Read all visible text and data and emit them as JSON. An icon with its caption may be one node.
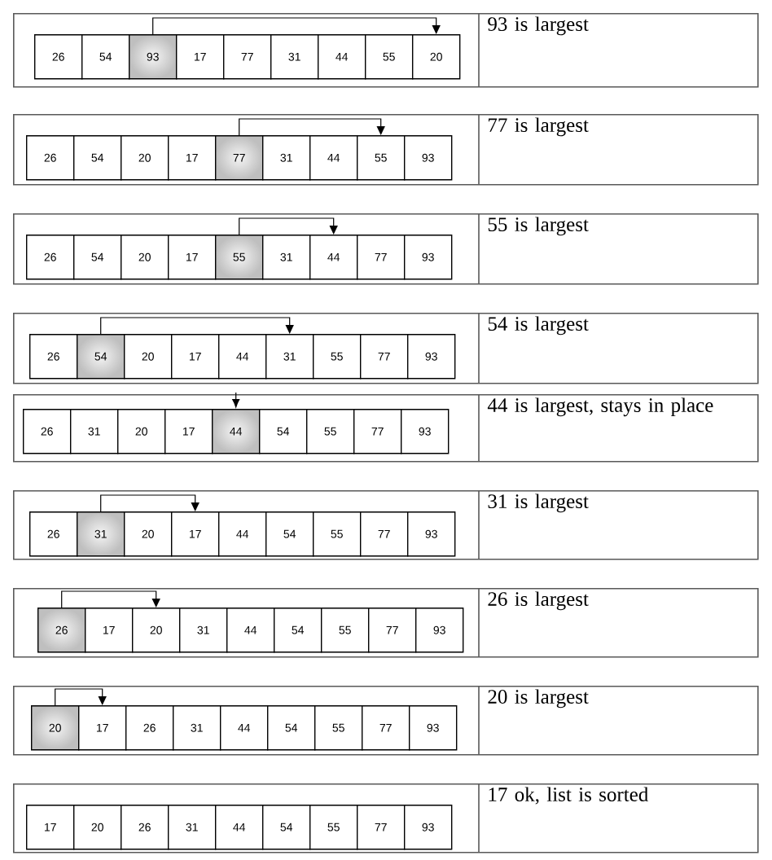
{
  "diagram": {
    "nodes": [
      {
        "text": [],
        "shape": "box"
      },
      {
        "text": [
          "26"
        ],
        "in": 0
      },
      {
        "text": [
          "54"
        ],
        "in": 0
      },
      {
        "text": [
          "93"
        ],
        "in": 0
      },
      {
        "text": [
          "17"
        ],
        "in": 0
      },
      {
        "text": [
          "77"
        ],
        "in": 0
      },
      {
        "text": [
          "31"
        ],
        "in": 0
      },
      {
        "text": [
          "44"
        ],
        "in": 0
      },
      {
        "text": [
          "55"
        ],
        "in": 0
      },
      {
        "text": [
          "20"
        ],
        "in": 0
      },
      {
        "text": [
          "93 is largest"
        ],
        "in": 0
      },
      {
        "text": [],
        "shape": "box"
      },
      {
        "text": [
          "26"
        ],
        "in": 11
      },
      {
        "text": [
          "54"
        ],
        "in": 11
      },
      {
        "text": [
          "20"
        ],
        "in": 11
      },
      {
        "text": [
          "17"
        ],
        "in": 11
      },
      {
        "text": [
          "77"
        ],
        "in": 11
      },
      {
        "text": [
          "31"
        ],
        "in": 11
      },
      {
        "text": [
          "44"
        ],
        "in": 11
      },
      {
        "text": [
          "55"
        ],
        "in": 11
      },
      {
        "text": [
          "93"
        ],
        "in": 11
      },
      {
        "text": [
          "77 is largest"
        ],
        "in": 11
      },
      {
        "text": [],
        "shape": "box"
      },
      {
        "text": [
          "26"
        ],
        "in": 22
      },
      {
        "text": [
          "54"
        ],
        "in": 22
      },
      {
        "text": [
          "20"
        ],
        "in": 22
      },
      {
        "text": [
          "17"
        ],
        "in": 22
      },
      {
        "text": [
          "55"
        ],
        "in": 22
      },
      {
        "text": [
          "31"
        ],
        "in": 22
      },
      {
        "text": [
          "44"
        ],
        "in": 22
      },
      {
        "text": [
          "77"
        ],
        "in": 22
      },
      {
        "text": [
          "93"
        ],
        "in": 22
      },
      {
        "text": [
          "55 is largest"
        ],
        "in": 22
      },
      {
        "text": [],
        "shape": "box"
      },
      {
        "text": [
          "26"
        ],
        "in": 33
      },
      {
        "text": [
          "54"
        ],
        "in": 33
      },
      {
        "text": [
          "20"
        ],
        "in": 33
      },
      {
        "text": [
          "17"
        ],
        "in": 33
      },
      {
        "text": [
          "44"
        ],
        "in": 33
      },
      {
        "text": [
          "31"
        ],
        "in": 33
      },
      {
        "text": [
          "55"
        ],
        "in": 33
      },
      {
        "text": [
          "77"
        ],
        "in": 33
      },
      {
        "text": [
          "93"
        ],
        "in": 33
      },
      {
        "text": [
          "54 is largest"
        ],
        "in": 33
      },
      {
        "text": [],
        "shape": "box"
      },
      {
        "text": [
          "26"
        ],
        "in": 44
      },
      {
        "text": [
          "31"
        ],
        "in": 44
      },
      {
        "text": [
          "20"
        ],
        "in": 44
      },
      {
        "text": [
          "17"
        ],
        "in": 44
      },
      {
        "text": [
          "44"
        ],
        "in": 44
      },
      {
        "text": [
          "54"
        ],
        "in": 44
      },
      {
        "text": [
          "55"
        ],
        "in": 44
      },
      {
        "text": [
          "77"
        ],
        "in": 44
      },
      {
        "text": [
          "93"
        ],
        "in": 44
      },
      {
        "text": [
          "44 is largest, stays in place"
        ],
        "in": 44
      },
      {
        "text": [],
        "shape": "box"
      },
      {
        "text": [
          "26"
        ],
        "in": 55
      },
      {
        "text": [
          "31"
        ],
        "in": 55
      },
      {
        "text": [
          "20"
        ],
        "in": 55
      },
      {
        "text": [
          "17"
        ],
        "in": 55
      },
      {
        "text": [
          "44"
        ],
        "in": 55
      },
      {
        "text": [
          "54"
        ],
        "in": 55
      },
      {
        "text": [
          "55"
        ],
        "in": 55
      },
      {
        "text": [
          "77"
        ],
        "in": 55
      },
      {
        "text": [
          "93"
        ],
        "in": 55
      },
      {
        "text": [
          "31 is largest"
        ],
        "in": 55
      },
      {
        "text": [],
        "shape": "box"
      },
      {
        "text": [
          "26"
        ],
        "in": 66
      },
      {
        "text": [
          "17"
        ],
        "in": 66
      },
      {
        "text": [
          "20"
        ],
        "in": 66
      },
      {
        "text": [
          "31"
        ],
        "in": 66
      },
      {
        "text": [
          "44"
        ],
        "in": 66
      },
      {
        "text": [
          "54"
        ],
        "in": 66
      },
      {
        "text": [
          "55"
        ],
        "in": 66
      },
      {
        "text": [
          "77"
        ],
        "in": 66
      },
      {
        "text": [
          "93"
        ],
        "in": 66
      },
      {
        "text": [
          "26 is largest"
        ],
        "in": 66
      },
      {
        "text": [],
        "shape": "box"
      },
      {
        "text": [
          "20"
        ],
        "in": 77
      },
      {
        "text": [
          "17"
        ],
        "in": 77
      },
      {
        "text": [
          "26"
        ],
        "in": 77
      },
      {
        "text": [
          "31"
        ],
        "in": 77
      },
      {
        "text": [
          "44"
        ],
        "in": 77
      },
      {
        "text": [
          "54"
        ],
        "in": 77
      },
      {
        "text": [
          "55"
        ],
        "in": 77
      },
      {
        "text": [
          "77"
        ],
        "in": 77
      },
      {
        "text": [
          "93"
        ],
        "in": 77
      },
      {
        "text": [
          "20 is largest"
        ],
        "in": 77
      },
      {
        "text": [],
        "shape": "box"
      },
      {
        "text": [
          "17"
        ],
        "in": 88
      },
      {
        "text": [
          "20"
        ],
        "in": 88
      },
      {
        "text": [
          "26"
        ],
        "in": 88
      },
      {
        "text": [
          "31"
        ],
        "in": 88
      },
      {
        "text": [
          "44"
        ],
        "in": 88
      },
      {
        "text": [
          "54"
        ],
        "in": 88
      },
      {
        "text": [
          "55"
        ],
        "in": 88
      },
      {
        "text": [
          "77"
        ],
        "in": 88
      },
      {
        "text": [
          "93"
        ],
        "in": 88
      },
      {
        "text": [
          "17 ok, list is sorted"
        ],
        "in": 88
      }
    ],
    "edges": [
      {
        "from": 3,
        "to": 9,
        "arrow": "to"
      },
      {
        "from": 16,
        "to": 19,
        "arrow": "to"
      },
      {
        "from": 27,
        "to": 29,
        "arrow": "to"
      },
      {
        "from": 35,
        "to": 39,
        "arrow": "to"
      },
      {
        "from": null,
        "to": 49,
        "arrow": "to"
      },
      {
        "from": 57,
        "to": 59,
        "arrow": "to"
      },
      {
        "from": 67,
        "to": 69,
        "arrow": "to"
      },
      {
        "from": 78,
        "to": 79,
        "arrow": "to"
      }
    ]
  }
}
